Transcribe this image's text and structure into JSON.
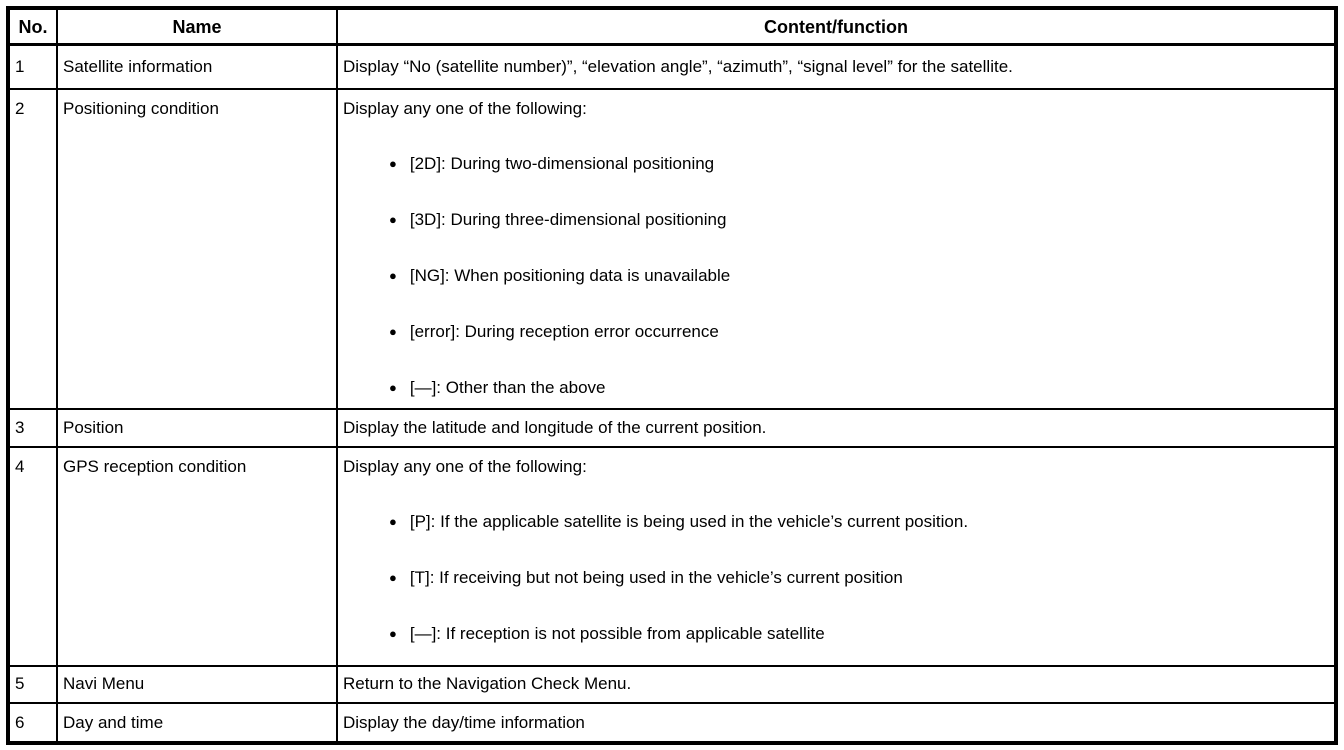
{
  "colors": {
    "background": "#ffffff",
    "border": "#000000",
    "text": "#000000"
  },
  "bullet_glyph": "●",
  "table": {
    "headers": [
      "No.",
      "Name",
      "Content/function"
    ],
    "rows": [
      {
        "no": "1",
        "name": "Satellite information",
        "intro": "Display “No (satellite number)”, “elevation angle”, “azimuth”, “signal level” for the satellite.",
        "bullets": []
      },
      {
        "no": "2",
        "name": "Positioning condition",
        "intro": "Display any one of the following:",
        "bullets": [
          "[2D]: During two-dimensional positioning",
          "[3D]: During three-dimensional positioning",
          "[NG]: When positioning data is unavailable",
          "[error]: During reception error occurrence",
          "[—]: Other than the above"
        ]
      },
      {
        "no": "3",
        "name": "Position",
        "intro": "Display the latitude and longitude of the current position.",
        "bullets": []
      },
      {
        "no": "4",
        "name": "GPS reception condition",
        "intro": "Display any one of the following:",
        "bullets": [
          "[P]: If the applicable satellite is being used in the vehicle’s current position.",
          "[T]: If receiving but not being used in the vehicle’s current position",
          "[—]: If reception is not possible from applicable satellite"
        ]
      },
      {
        "no": "5",
        "name": "Navi Menu",
        "intro": "Return to the Navigation Check Menu.",
        "bullets": []
      },
      {
        "no": "6",
        "name": "Day and time",
        "intro": "Display the day/time information",
        "bullets": []
      }
    ]
  }
}
